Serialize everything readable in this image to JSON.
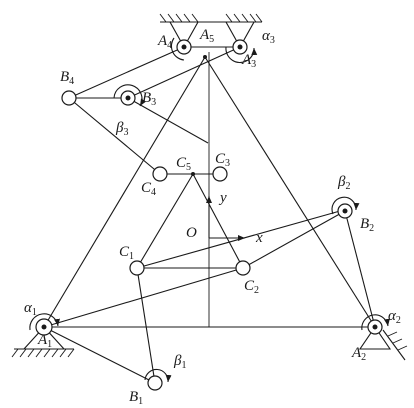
{
  "labels": {
    "A1": {
      "base": "A",
      "sub": "1"
    },
    "A2": {
      "base": "A",
      "sub": "2"
    },
    "A3": {
      "base": "A",
      "sub": "3"
    },
    "A4": {
      "base": "A",
      "sub": "4"
    },
    "A5": {
      "base": "A",
      "sub": "5"
    },
    "B1": {
      "base": "B",
      "sub": "1"
    },
    "B2": {
      "base": "B",
      "sub": "2"
    },
    "B3": {
      "base": "B",
      "sub": "3"
    },
    "B4": {
      "base": "B",
      "sub": "4"
    },
    "C1": {
      "base": "C",
      "sub": "1"
    },
    "C2": {
      "base": "C",
      "sub": "2"
    },
    "C3": {
      "base": "C",
      "sub": "3"
    },
    "C4": {
      "base": "C",
      "sub": "4"
    },
    "C5": {
      "base": "C",
      "sub": "5"
    },
    "O": {
      "base": "O",
      "sub": ""
    },
    "x": {
      "base": "x",
      "sub": ""
    },
    "y": {
      "base": "y",
      "sub": ""
    },
    "alpha1": {
      "base": "α",
      "sub": "1"
    },
    "alpha2": {
      "base": "α",
      "sub": "2"
    },
    "alpha3": {
      "base": "α",
      "sub": "3"
    },
    "beta1": {
      "base": "β",
      "sub": "1"
    },
    "beta2": {
      "base": "β",
      "sub": "2"
    },
    "beta3": {
      "base": "β",
      "sub": "3"
    }
  }
}
